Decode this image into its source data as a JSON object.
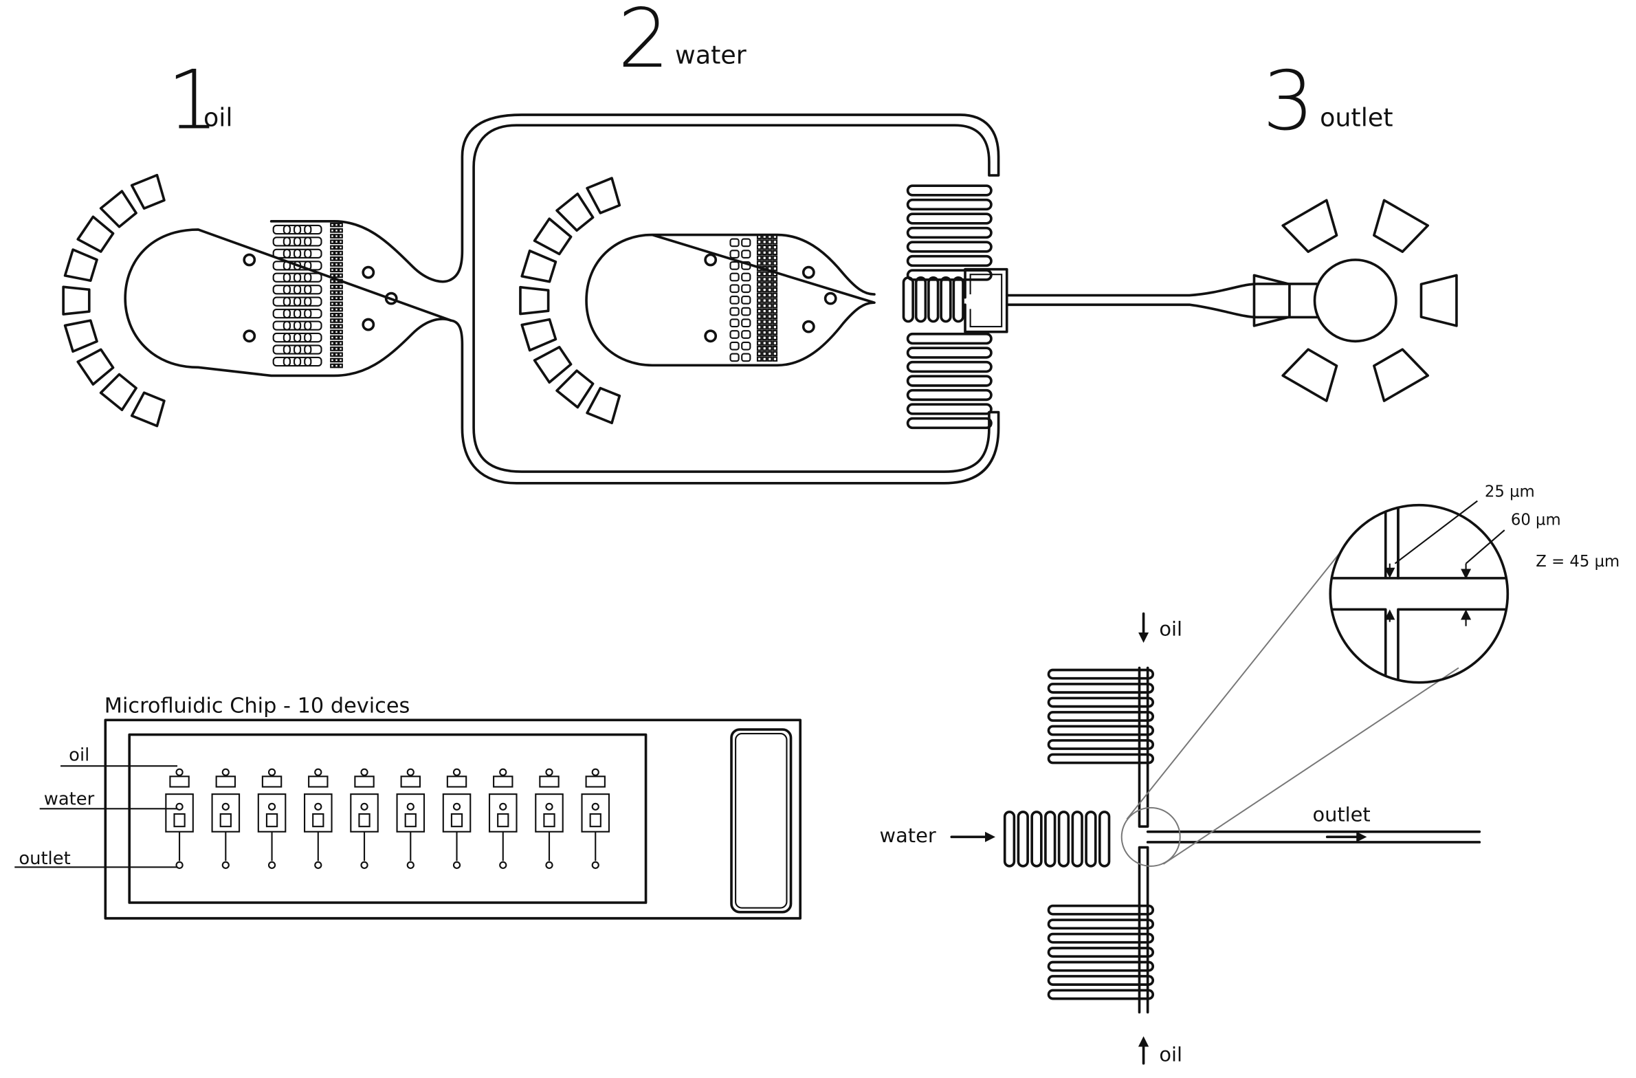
{
  "inlets": [
    {
      "number": "1",
      "label": "oil"
    },
    {
      "number": "2",
      "label": "water"
    },
    {
      "number": "3",
      "label": "outlet"
    }
  ],
  "chip": {
    "title": "Microfluidic Chip - 10 devices",
    "labels": {
      "oil": "oil",
      "water": "water",
      "outlet": "outlet"
    },
    "device_count": 10
  },
  "junction": {
    "labels": {
      "oil_top": "oil",
      "oil_bottom": "oil",
      "water": "water",
      "outlet": "outlet"
    },
    "dimensions": {
      "inlet_width": "25 µm",
      "channel_width": "60 µm",
      "depth": "Z = 45 µm"
    }
  }
}
